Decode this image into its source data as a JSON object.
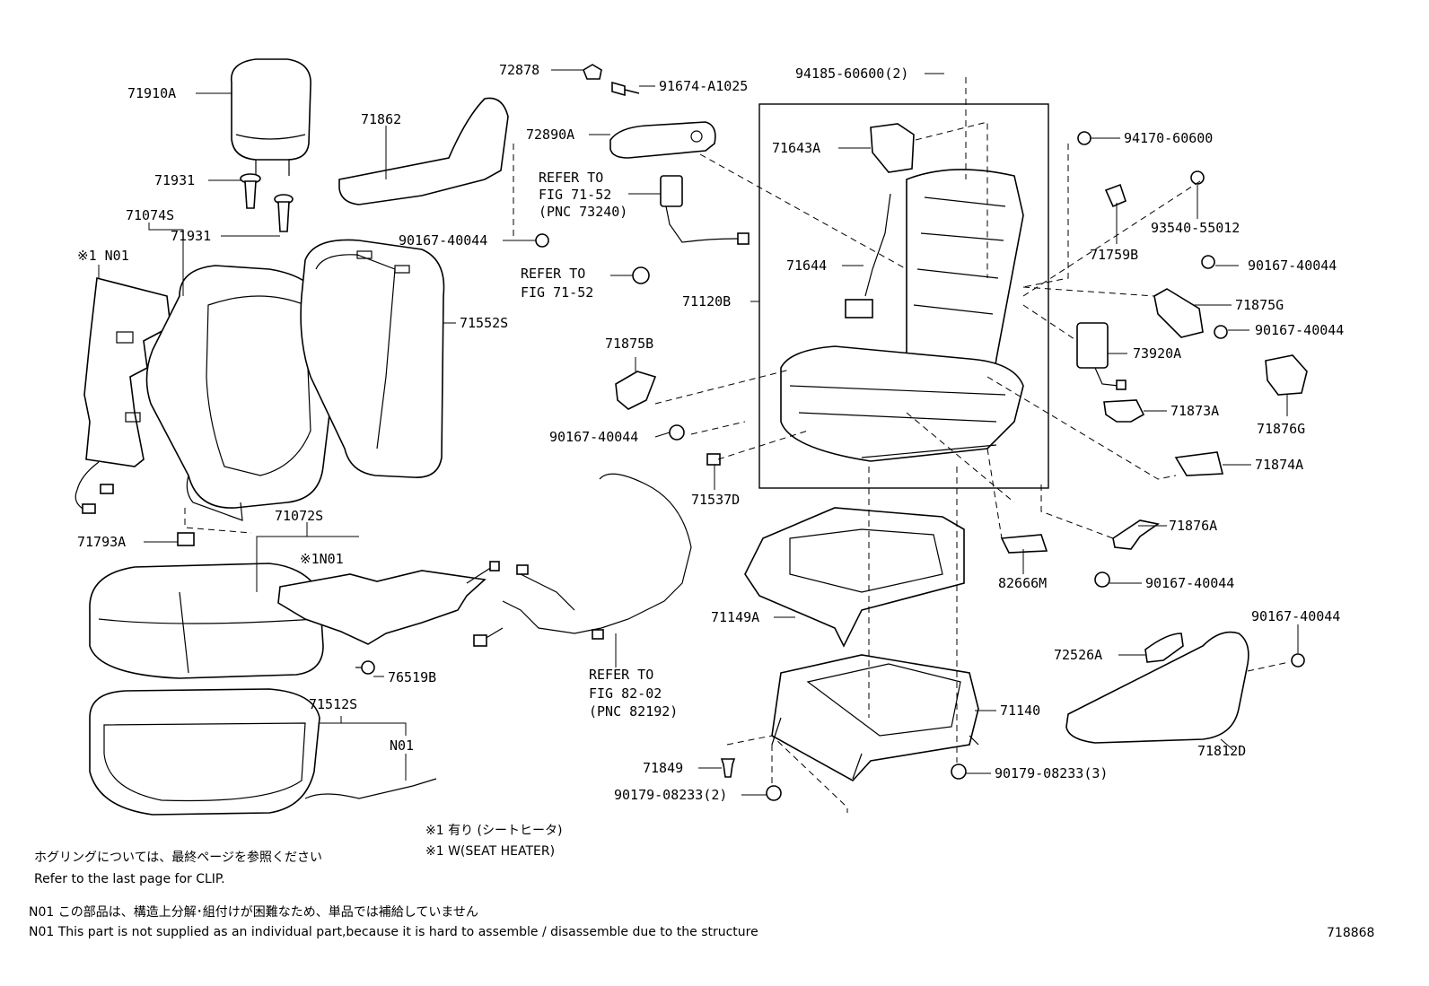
{
  "callouts": [
    "71910A",
    "71931",
    "71931",
    "71074S",
    "※1 N01",
    "71862",
    "72878",
    "91674-A1025",
    "72890A",
    "REFER TO",
    "FIG 71-52",
    "(PNC 73240)",
    "90167-40044",
    "REFER TO",
    "FIG 71-52",
    "94185-60600(2)",
    "71643A",
    "71644",
    "71120B",
    "94170-60600",
    "93540-55012",
    "71759B",
    "90167-40044",
    "71875G",
    "90167-40044",
    "73920A",
    "71876G",
    "71873A",
    "71874A",
    "71552S",
    "71875B",
    "90167-40044",
    "71537D",
    "71793A",
    "71072S",
    "※1N01",
    "REFER TO",
    "FIG 82-02",
    "(PNC 82192)",
    "76519B",
    "71512S",
    "N01",
    "71149A",
    "82666M",
    "71876A",
    "90167-40044",
    "90167-40044",
    "72526A",
    "71812D",
    "71140",
    "71849",
    "90179-08233(3)",
    "90179-08233(2)"
  ],
  "notes": {
    "seat_heater_jp": "※1  有り (シートヒータ)",
    "seat_heater_en": "※1  W(SEAT HEATER)",
    "clip_jp": "ホグリングについては、最終ページを参照ください",
    "clip_en": "Refer to the last page for CLIP.",
    "n01_jp": "N01 この部品は、構造上分解･組付けが困難なため、単品では補給していません",
    "n01_en": "N01 This part is not supplied as an individual part,because it is hard to assemble / disassemble due to the structure",
    "figure_number": "718868"
  }
}
